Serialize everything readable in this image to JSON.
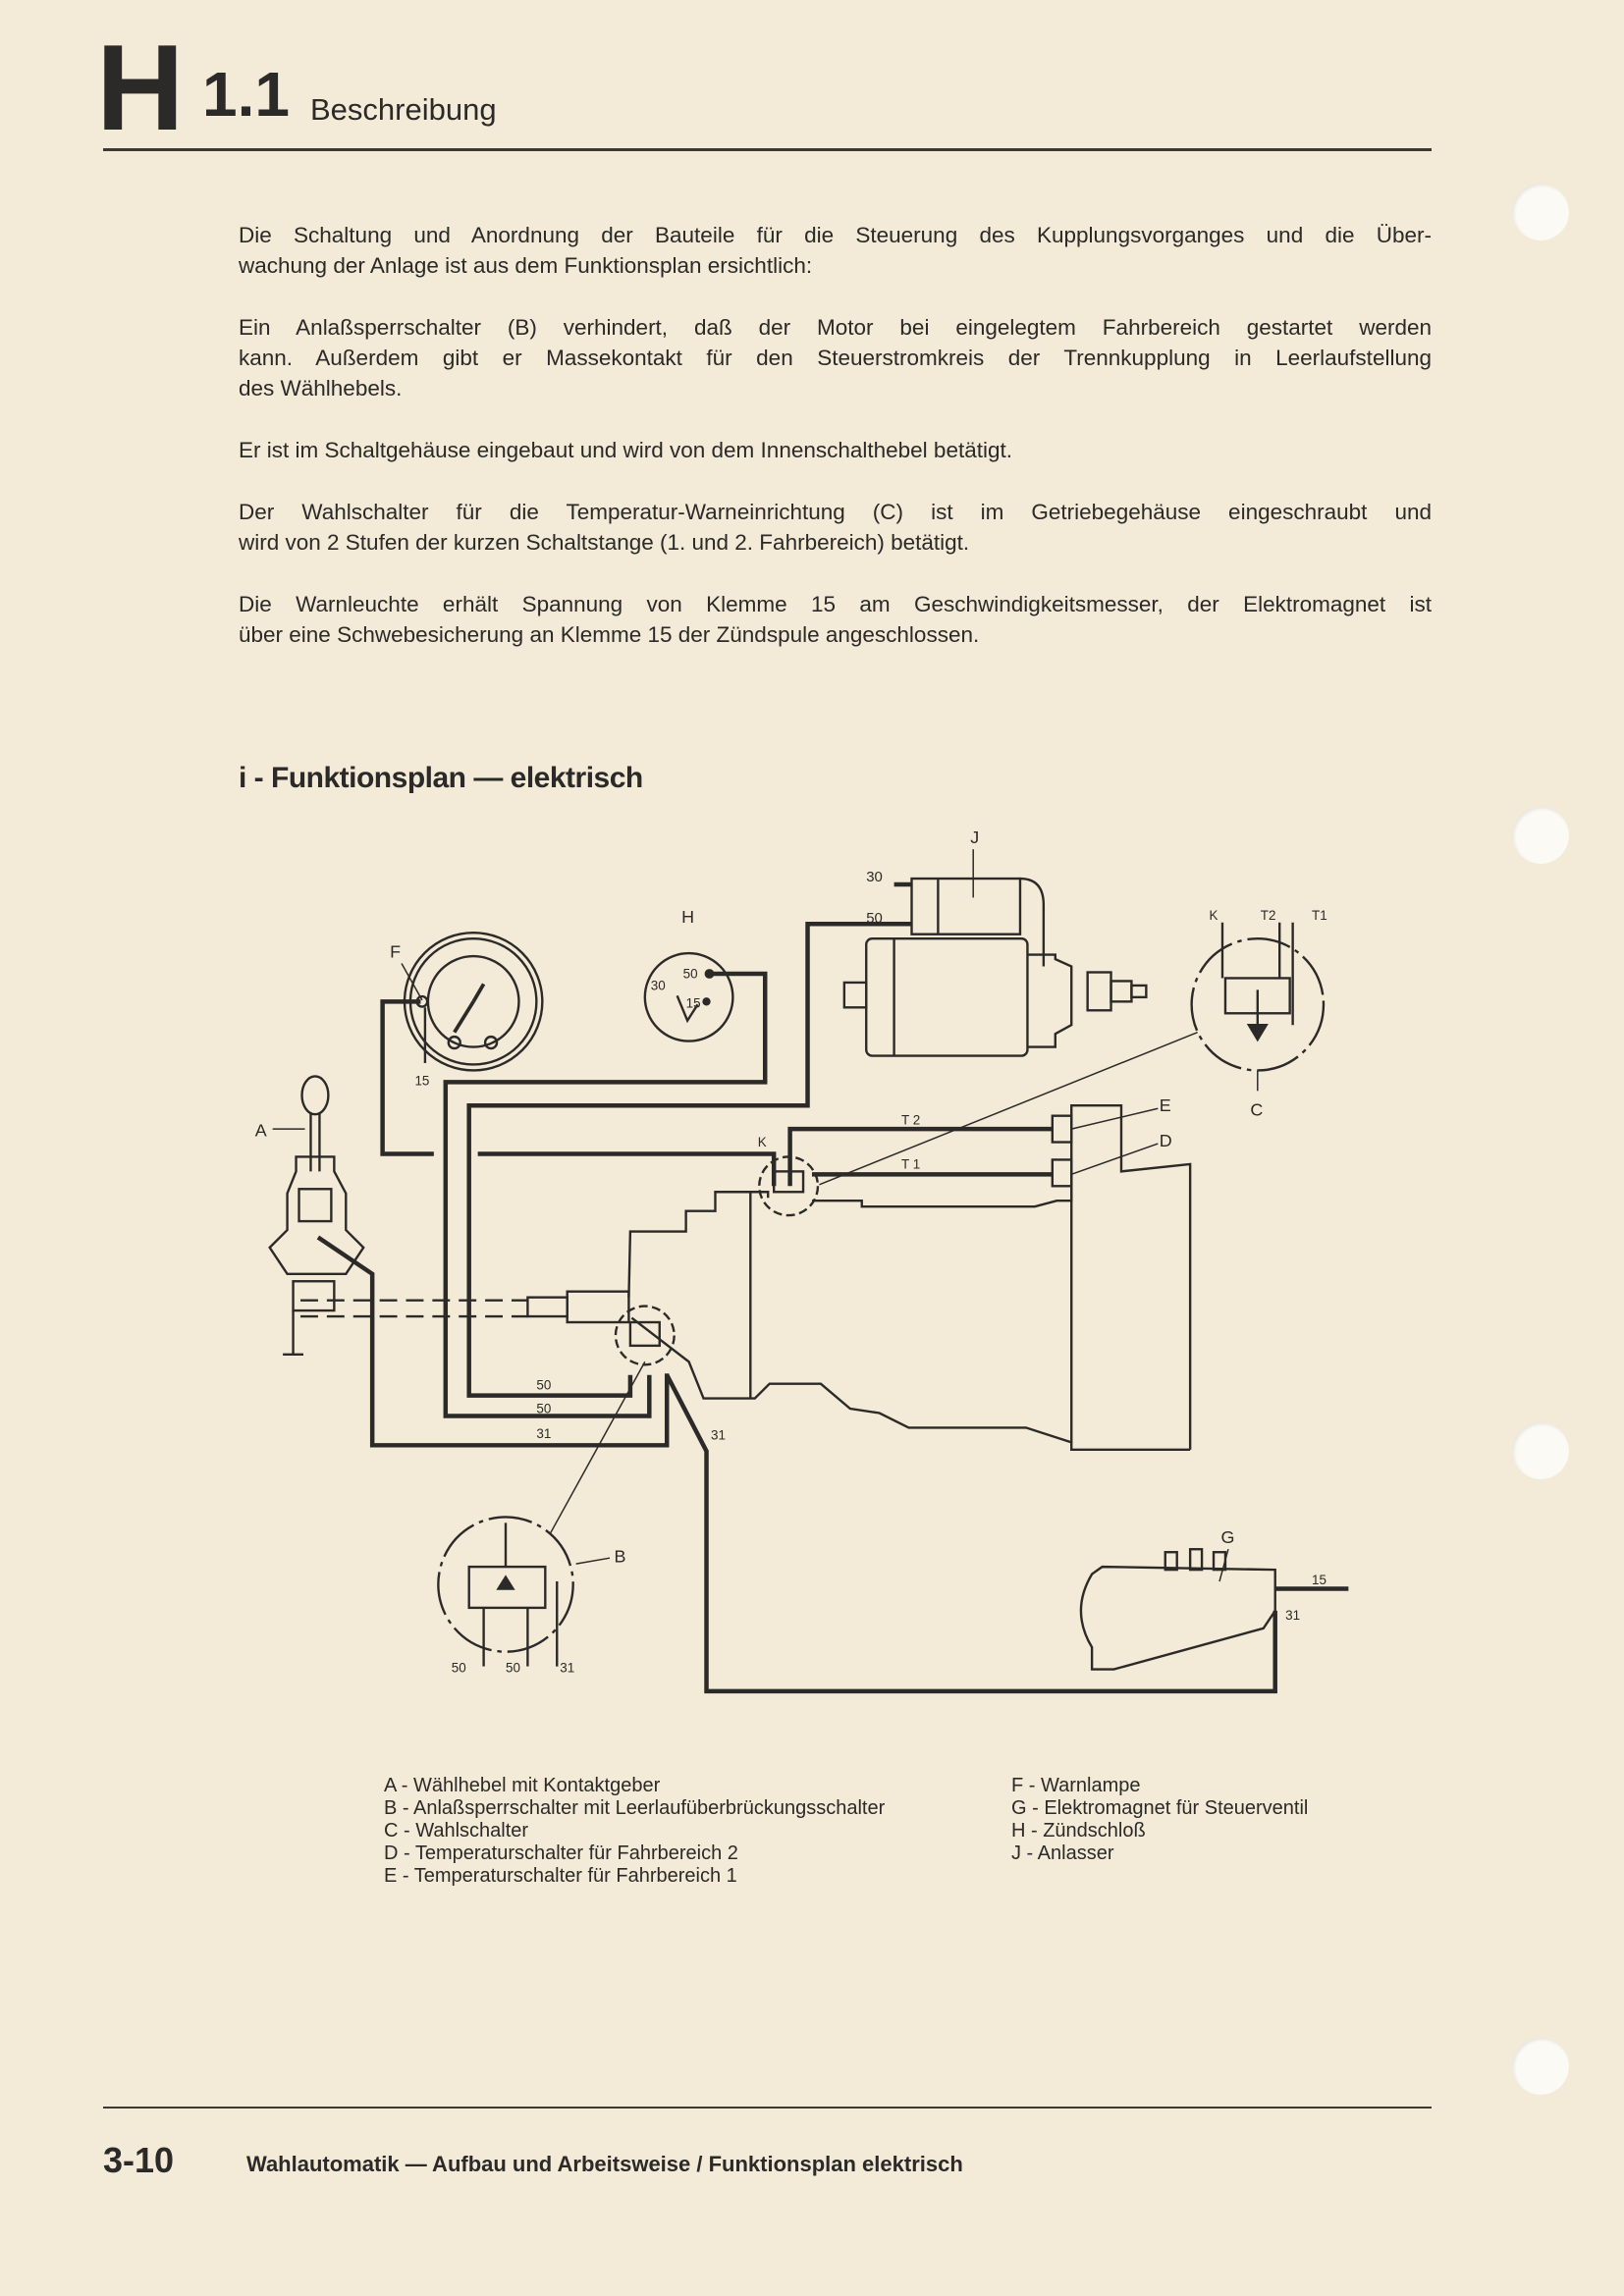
{
  "header": {
    "chapter": "H",
    "section": "1.1",
    "title": "Beschreibung"
  },
  "paragraphs": [
    {
      "lines": [
        "Die Schaltung und Anordnung der Bauteile für die Steuerung des Kupplungsvorganges und die Über-",
        "wachung der Anlage ist aus dem Funktionsplan ersichtlich:"
      ]
    },
    {
      "lines": [
        "Ein Anlaßsperrschalter (B) verhindert, daß der Motor bei eingelegtem Fahrbereich gestartet werden",
        "kann. Außerdem gibt er Massekontakt für den Steuerstromkreis der Trennkupplung in Leerlaufstellung",
        "des Wählhebels."
      ]
    },
    {
      "lines": [
        "Er ist im Schaltgehäuse eingebaut und wird von dem Innenschalthebel betätigt."
      ]
    },
    {
      "lines": [
        "Der Wahlschalter für die Temperatur-Warneinrichtung (C) ist im Getriebegehäuse eingeschraubt und",
        "wird von 2 Stufen der kurzen Schaltstange (1. und 2. Fahrbereich) betätigt."
      ]
    },
    {
      "lines": [
        "Die Warnleuchte erhält Spannung von Klemme 15 am Geschwindigkeitsmesser, der Elektromagnet ist",
        "über eine Schwebesicherung an Klemme 15 der Zündspule angeschlossen."
      ]
    }
  ],
  "section_heading": "i - Funktionsplan — elektrisch",
  "diagram": {
    "labels": {
      "J": "J",
      "starter_30": "30",
      "starter_50": "50",
      "H": "H",
      "h_30": "30",
      "h_50": "50",
      "h_15": "15",
      "F": "F",
      "f_15": "15",
      "c_K": "K",
      "c_T2": "T2",
      "c_T1": "T1",
      "C": "C",
      "E": "E",
      "D": "D",
      "A": "A",
      "T2": "T 2",
      "T1": "T 1",
      "K": "K",
      "w_50a": "50",
      "w_50b": "50",
      "w_31a": "31",
      "w_31b": "31",
      "B": "B",
      "b_50a": "50",
      "b_50b": "50",
      "b_31": "31",
      "G": "G",
      "g_15": "15",
      "g_31": "31"
    }
  },
  "legend": {
    "left": [
      "A - Wählhebel mit Kontaktgeber",
      "B - Anlaßsperrschalter mit Leerlaufüberbrückungsschalter",
      "C - Wahlschalter",
      "D - Temperaturschalter für Fahrbereich 2",
      "E - Temperaturschalter für Fahrbereich 1"
    ],
    "right": [
      "F - Warnlampe",
      "G - Elektromagnet für Steuerventil",
      "H - Zündschloß",
      "J - Anlasser"
    ]
  },
  "footer": {
    "page": "3-10",
    "text": "Wahlautomatik — Aufbau und Arbeitsweise / Funktionsplan elektrisch"
  }
}
